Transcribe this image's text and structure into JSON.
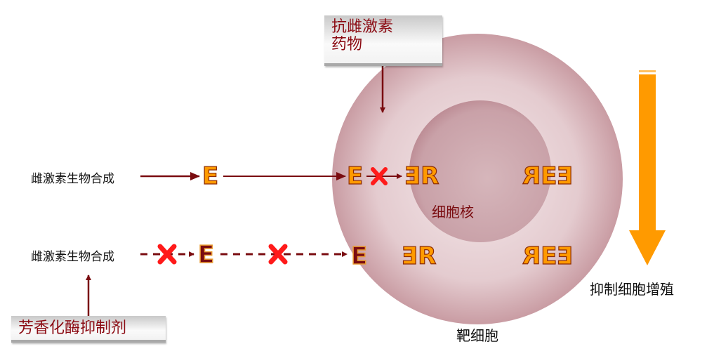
{
  "drug_box": {
    "line1": "抗雌激素",
    "line2": "药物"
  },
  "inhibitor_box": {
    "label": "芳香化酶抑制剂"
  },
  "synthesis_label_1": "雌激素生物合成",
  "synthesis_label_2": "雌激素生物合成",
  "nucleus_label": "细胞核",
  "target_cell_label": "靶细胞",
  "result_label": "抑制细胞增殖",
  "symbols": {
    "estrogen": "E",
    "receptor": "R"
  },
  "colors": {
    "accent": "#ff9a00",
    "arrow": "#7a0c10",
    "block": "#ff1a1a",
    "cell": "#d9b3b8"
  }
}
